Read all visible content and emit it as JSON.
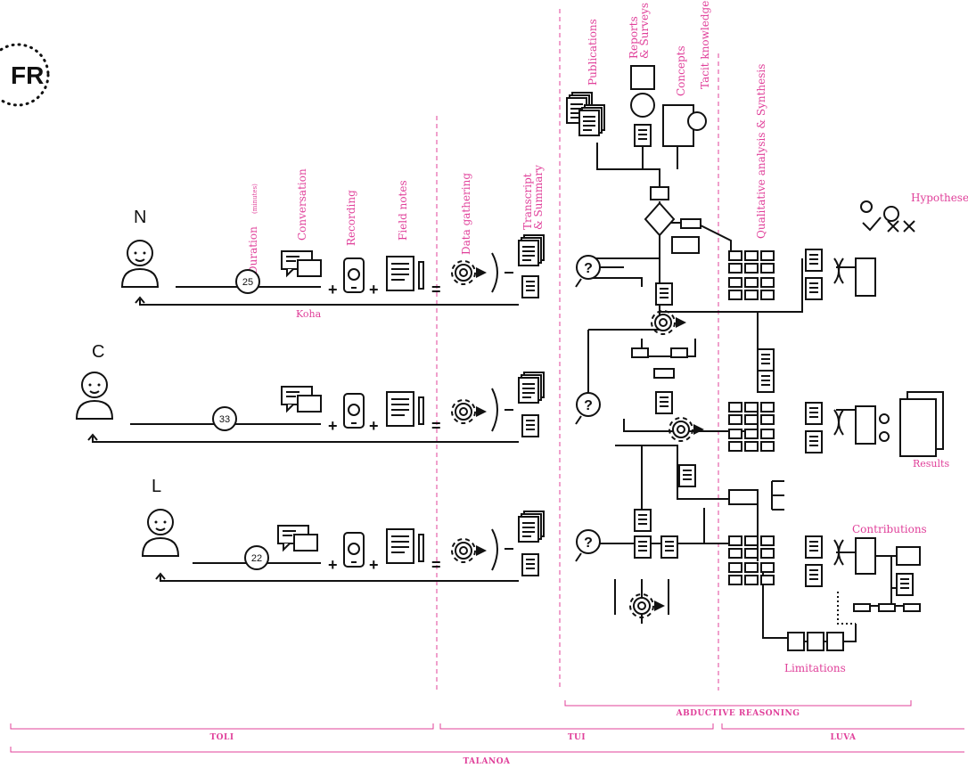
{
  "logo": {
    "text": "FR"
  },
  "participants": [
    {
      "letter": "N",
      "duration": "25"
    },
    {
      "letter": "C",
      "duration": "33"
    },
    {
      "letter": "L",
      "duration": "22"
    }
  ],
  "labels": {
    "duration": "Duration",
    "duration_unit": "(minutes)",
    "conversation": "Conversation",
    "recording": "Recording",
    "field_notes": "Field notes",
    "data_gathering": "Data gathering",
    "transcript_1": "Transcript",
    "transcript_2": "& Summary",
    "koha": "Koha",
    "publications": "Publications",
    "reports_1": "Reports",
    "reports_2": "& Surveys",
    "concepts": "Concepts",
    "tacit": "Tacit knowledge",
    "qualitative": "Qualitative analysis & Synthesis",
    "hypotheses": "Hypotheses",
    "results": "Results",
    "contributions": "Contributions",
    "limitations": "Limitations"
  },
  "phases": {
    "abductive": "ABDUCTIVE REASONING",
    "toli": "TOLI",
    "tui": "TUI",
    "luva": "LUVA",
    "talanoa": "TALANOA"
  },
  "colors": {
    "accent": "#e0409a",
    "ink": "#111111"
  }
}
